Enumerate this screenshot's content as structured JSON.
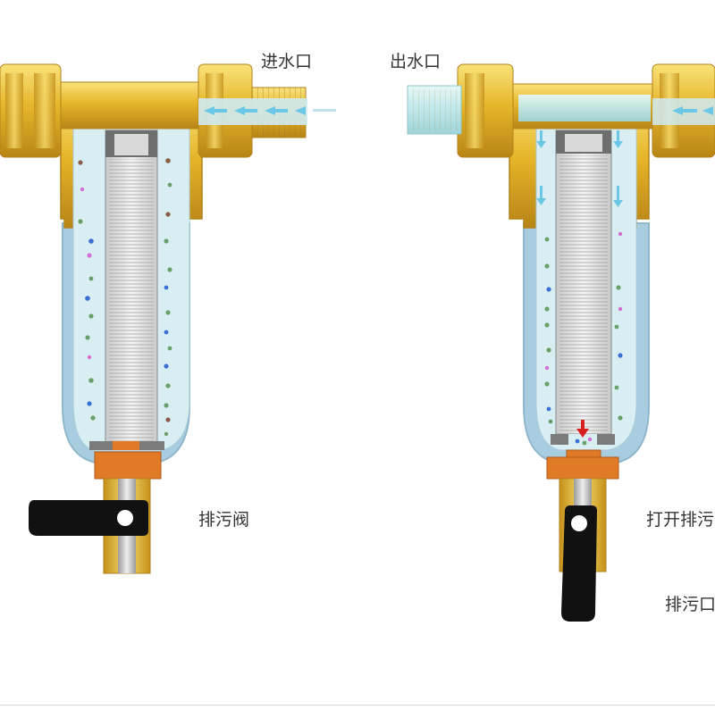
{
  "labels": {
    "inlet": "进水口",
    "outlet": "出水口",
    "drain_valve": "排污阀",
    "open_drain": "打开排污",
    "drain_port": "排污口"
  },
  "colors": {
    "brass": "#e3b52a",
    "brass_light": "#f6d76a",
    "brass_dark": "#b68414",
    "water": "#cfe9ef",
    "bowl": "#aecfe0",
    "flow_arrow": "#6cc7e6",
    "handle": "#111111",
    "seal": "#e07a26",
    "drain_arrow": "#d62020"
  },
  "icons": {
    "flow": "arrow-left-icon",
    "down_flow": "arrow-down-icon",
    "drain": "drain-arrow-icon"
  }
}
